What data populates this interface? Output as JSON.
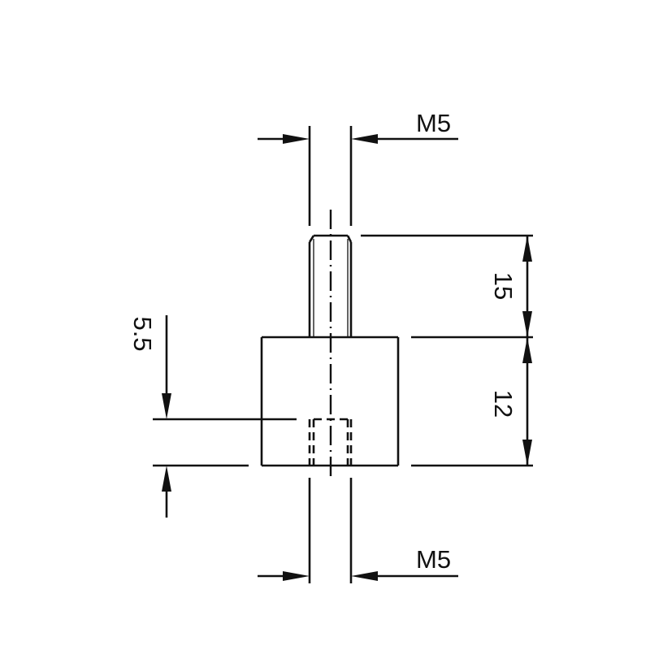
{
  "dimensions": {
    "top_thread": "M5",
    "bottom_thread": "M5",
    "stud_length": "15",
    "body_height": "12",
    "thread_depth": "5.5"
  },
  "colors": {
    "line": "#111111",
    "background": "#ffffff"
  }
}
